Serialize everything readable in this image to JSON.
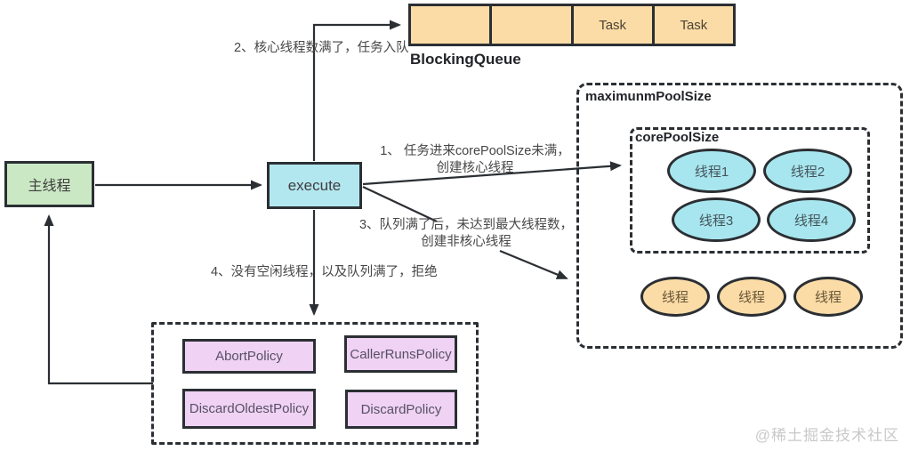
{
  "diagram_title": "ThreadPoolExecutor execute flow",
  "queue": {
    "label": "BlockingQueue",
    "cells": [
      "",
      "",
      "Task",
      "Task"
    ]
  },
  "nodes": {
    "main_thread": "主线程",
    "execute": "execute"
  },
  "steps": {
    "s1_line1": "1、 任务进来corePoolSize未满，",
    "s1_line2": "创建核心线程",
    "s2": "2、核心线程数满了，任务入队",
    "s3_line1": "3、队列满了后，未达到最大线程数，",
    "s3_line2": "创建非核心线程",
    "s4": "4、没有空闲线程，以及队列满了，拒绝"
  },
  "pool": {
    "max_title": "maximunmPoolSize",
    "core_title": "corePoolSize",
    "core_threads": [
      "线程1",
      "线程2",
      "线程3",
      "线程4"
    ],
    "extra_threads": [
      "线程",
      "线程",
      "线程"
    ]
  },
  "policies": [
    "AbortPolicy",
    "CallerRunsPolicy",
    "DiscardOldestPolicy",
    "DiscardPolicy"
  ],
  "watermark": "@稀土掘金技术社区",
  "colors": {
    "border": "#2b2f33",
    "queue_fill": "#fbdca6",
    "cyan_fill": "#a8e6ef",
    "green_fill": "#cbe8c5",
    "purple_fill": "#efd2f4",
    "orange_fill": "#fbdca6",
    "label_text": "#474747",
    "watermark_text": "#c9c9c9"
  }
}
